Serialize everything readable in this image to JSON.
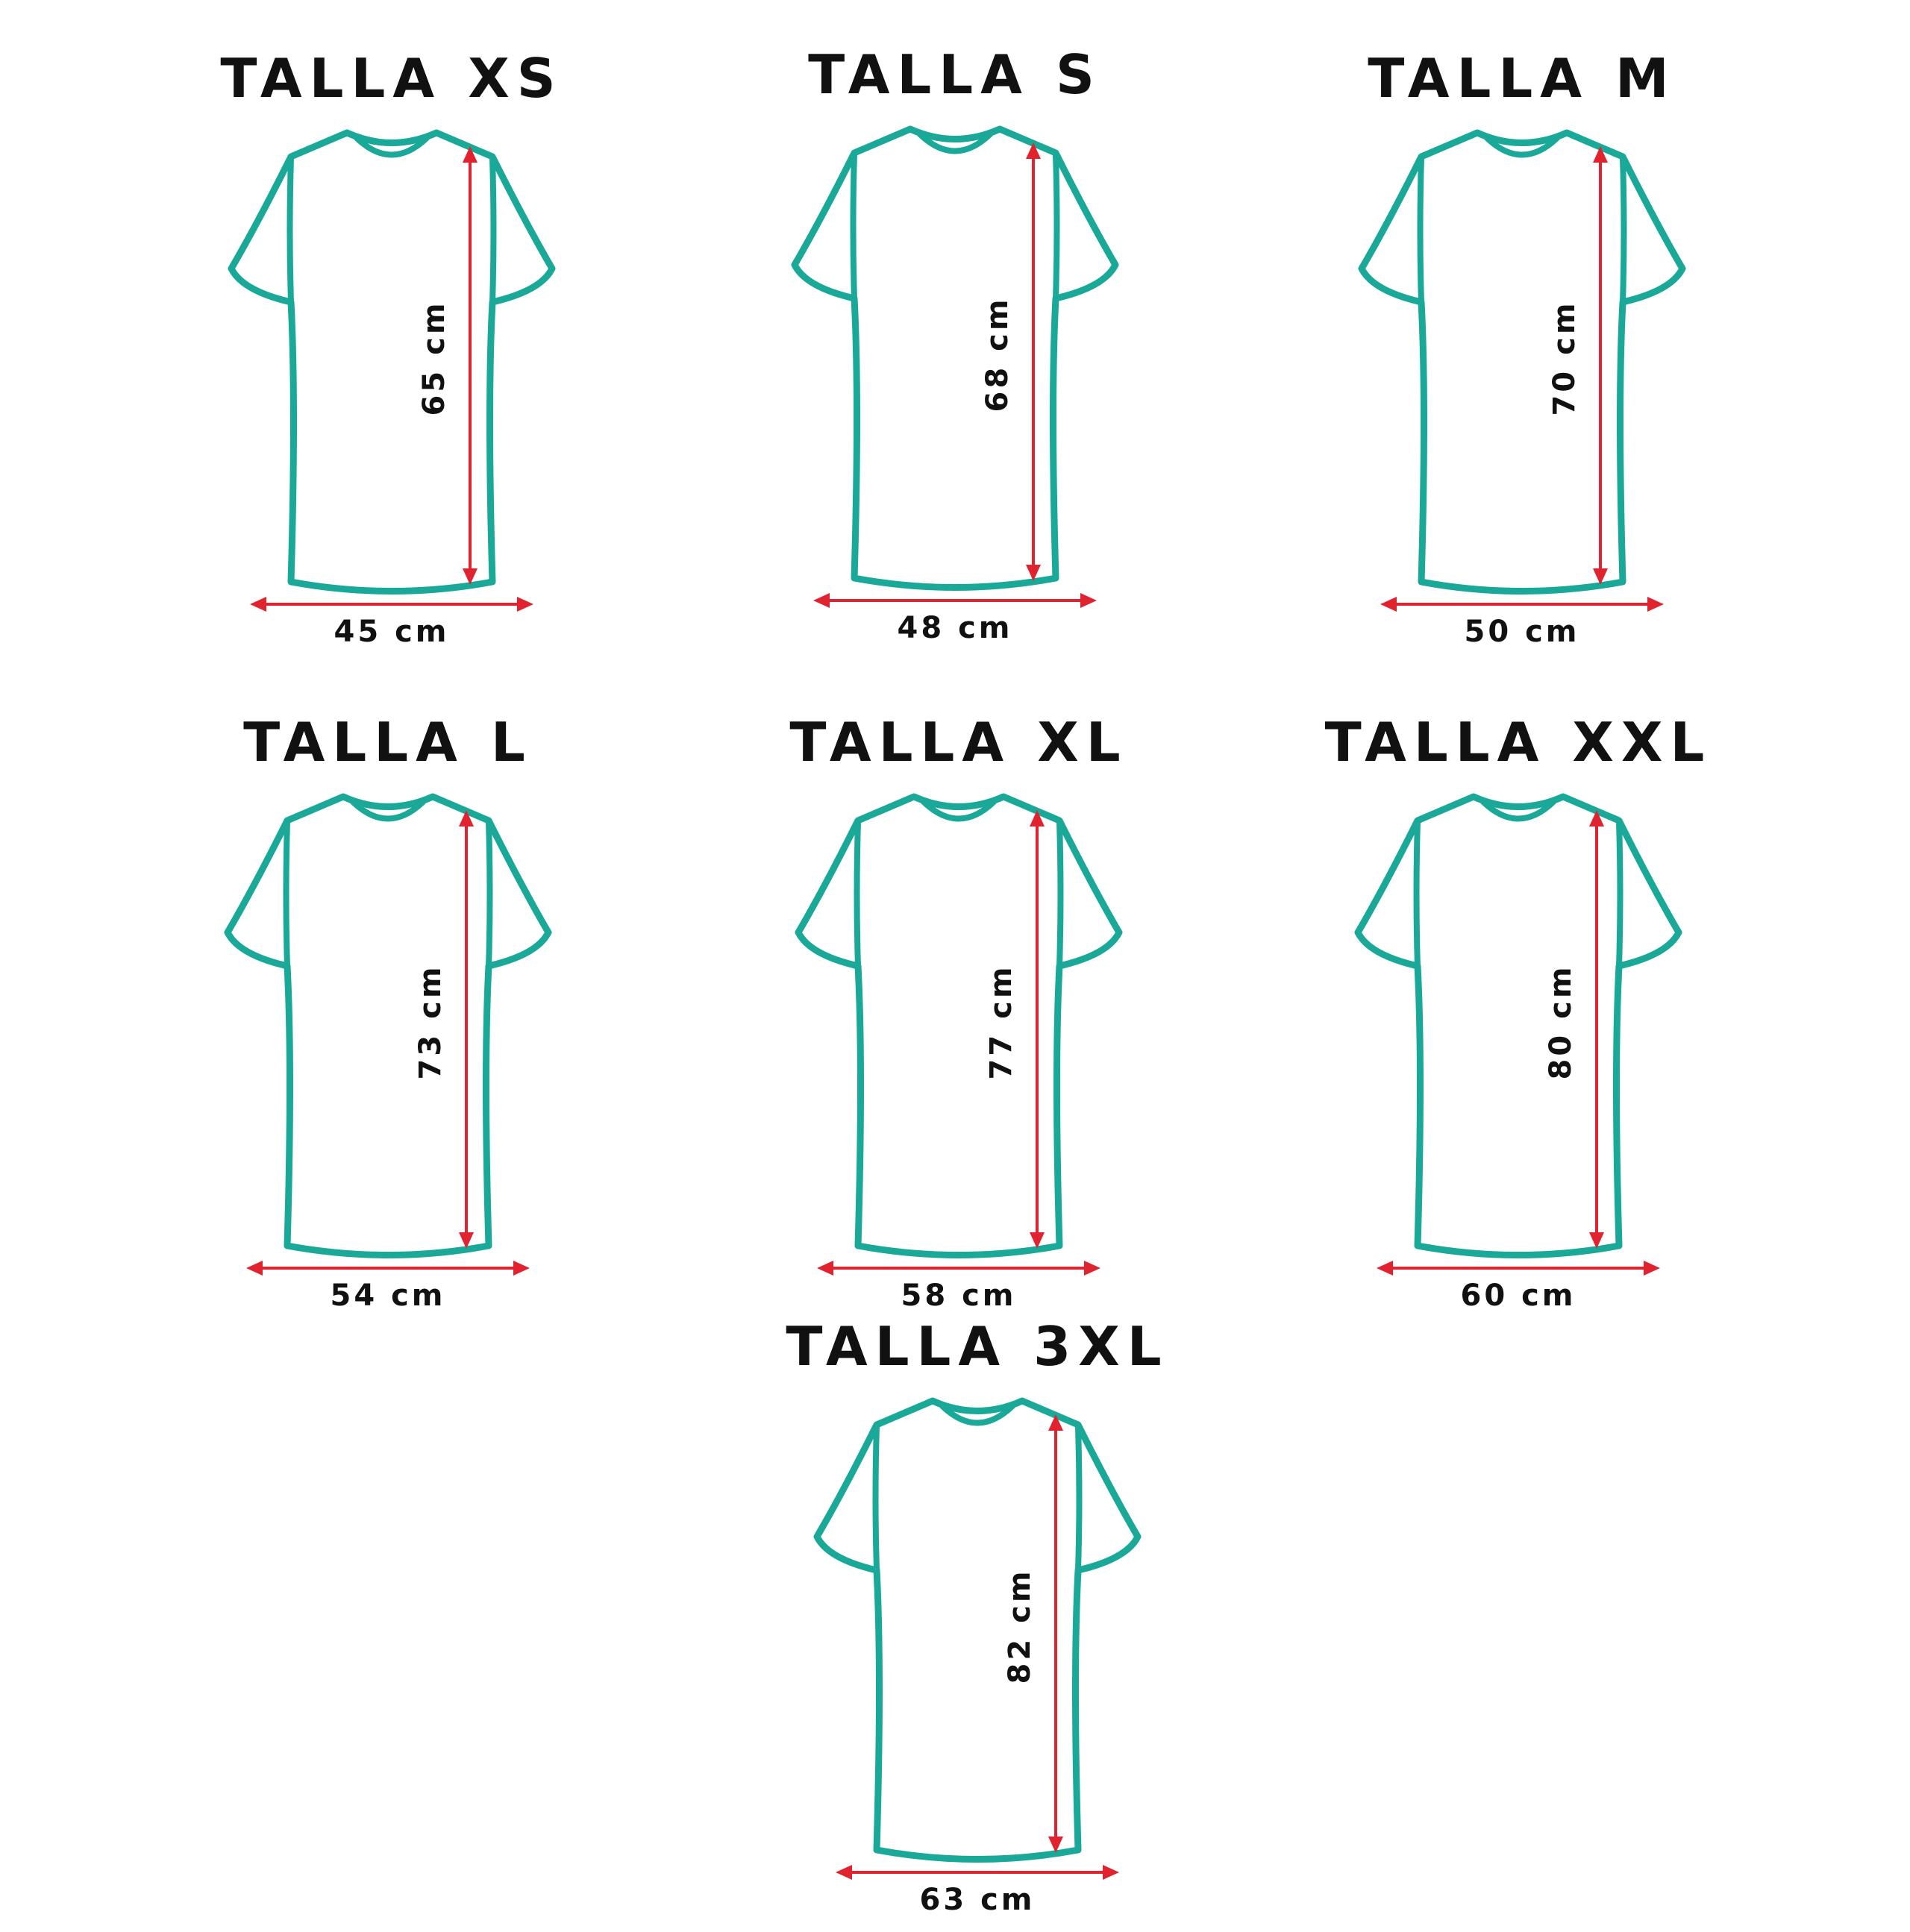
{
  "colors": {
    "shirt_outline": "#1aa898",
    "arrow": "#e0232f",
    "text": "#111111"
  },
  "icon": "t-shirt-icon",
  "sizes": [
    {
      "title": "TALLA XS",
      "length": "65 cm",
      "width": "45 cm"
    },
    {
      "title": "TALLA S",
      "length": "68 cm",
      "width": "48 cm"
    },
    {
      "title": "TALLA M",
      "length": "70 cm",
      "width": "50 cm"
    },
    {
      "title": "TALLA L",
      "length": "73 cm",
      "width": "54 cm"
    },
    {
      "title": "TALLA XL",
      "length": "77 cm",
      "width": "58 cm"
    },
    {
      "title": "TALLA XXL",
      "length": "80 cm",
      "width": "60 cm"
    },
    {
      "title": "TALLA 3XL",
      "length": "82 cm",
      "width": "63 cm"
    }
  ]
}
